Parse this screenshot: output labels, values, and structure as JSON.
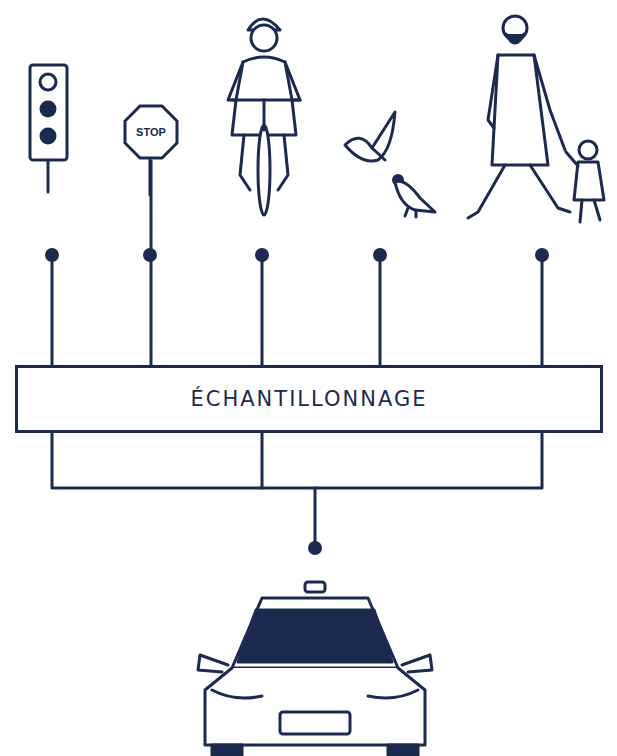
{
  "diagram": {
    "nodes": [
      {
        "text": [
          "STOP"
        ]
      },
      {
        "text": [
          "ÉCHANTILLONNAGE"
        ]
      }
    ],
    "edges": [
      {
        "from": 0,
        "to": 1,
        "arrow": "none"
      }
    ]
  }
}
